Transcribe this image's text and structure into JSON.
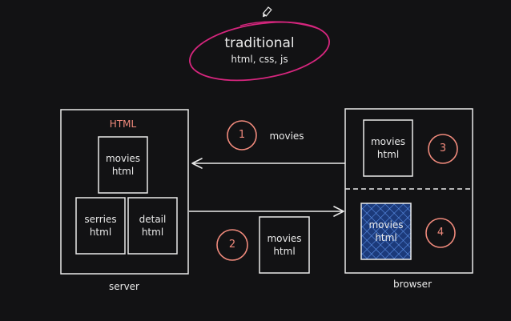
{
  "title": {
    "line1": "traditional",
    "line2": "html, css, js"
  },
  "server": {
    "label": "server",
    "header": "HTML",
    "boxes": {
      "movies": {
        "line1": "movies",
        "line2": "html"
      },
      "series": {
        "line1": "serries",
        "line2": "html"
      },
      "detail": {
        "line1": "detail",
        "line2": "html"
      }
    }
  },
  "browser": {
    "label": "browser",
    "top_box": {
      "line1": "movies",
      "line2": "html"
    },
    "bottom_box": {
      "line1": "movies",
      "line2": "html"
    }
  },
  "steps": {
    "step1": {
      "number": "1",
      "label": "movies"
    },
    "step2": {
      "number": "2"
    },
    "step3": {
      "number": "3"
    },
    "step4": {
      "number": "4"
    }
  },
  "transfer_box": {
    "line1": "movies",
    "line2": "html"
  },
  "colors": {
    "background": "#121214",
    "stroke": "#e9e9e9",
    "accent_pink": "#d6267e",
    "accent_salmon": "#f08a7c",
    "hatch_fill": "#1c3a7a",
    "hatch_lines": "#5b8fe6"
  }
}
